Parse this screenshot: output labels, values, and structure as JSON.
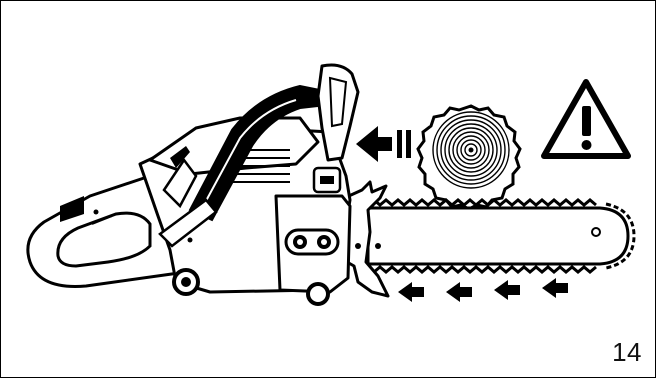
{
  "figure": {
    "page_number": "14",
    "icons": {
      "chainsaw": "chainsaw-illustration",
      "warning": "warning-triangle-icon",
      "log": "log-cross-section-icon",
      "feed_arrow": "arrow-left-icon",
      "chain_arrow": "arrow-left-icon"
    },
    "chain_direction_arrow_count": 4,
    "colors": {
      "ink": "#000000",
      "paper": "#ffffff"
    }
  }
}
